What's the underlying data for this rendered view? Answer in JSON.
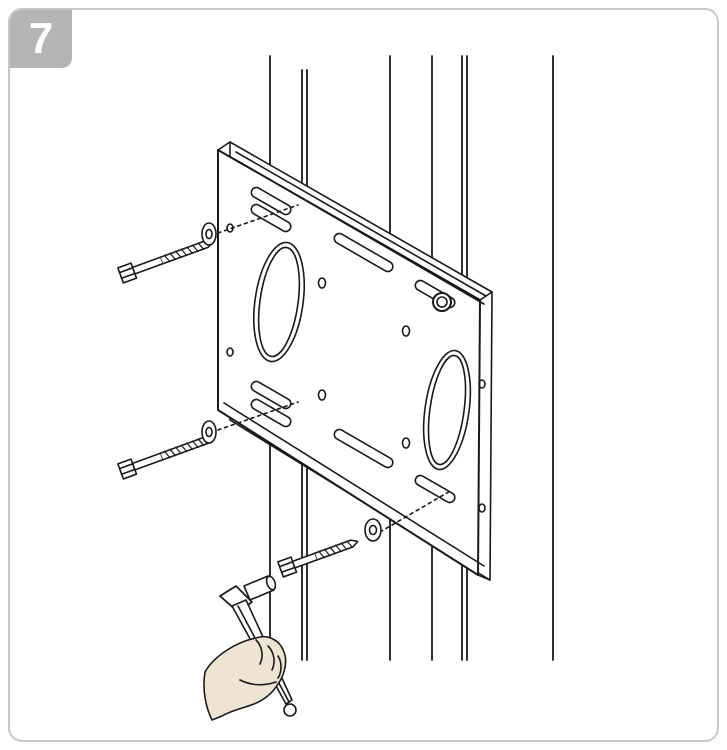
{
  "step": {
    "number": "7"
  },
  "colors": {
    "line": "#1a1a1a",
    "frame_border": "#c8c8c8",
    "badge_bg": "#b5b5b5",
    "badge_text": "#ffffff",
    "glove": "#efe4d2",
    "bracket_fill": "#ffffff"
  },
  "illustration": {
    "parts": [
      "wall-studs",
      "mounting-plate",
      "lag-bolt",
      "washer",
      "ratchet-wrench",
      "gloved-hand"
    ]
  }
}
